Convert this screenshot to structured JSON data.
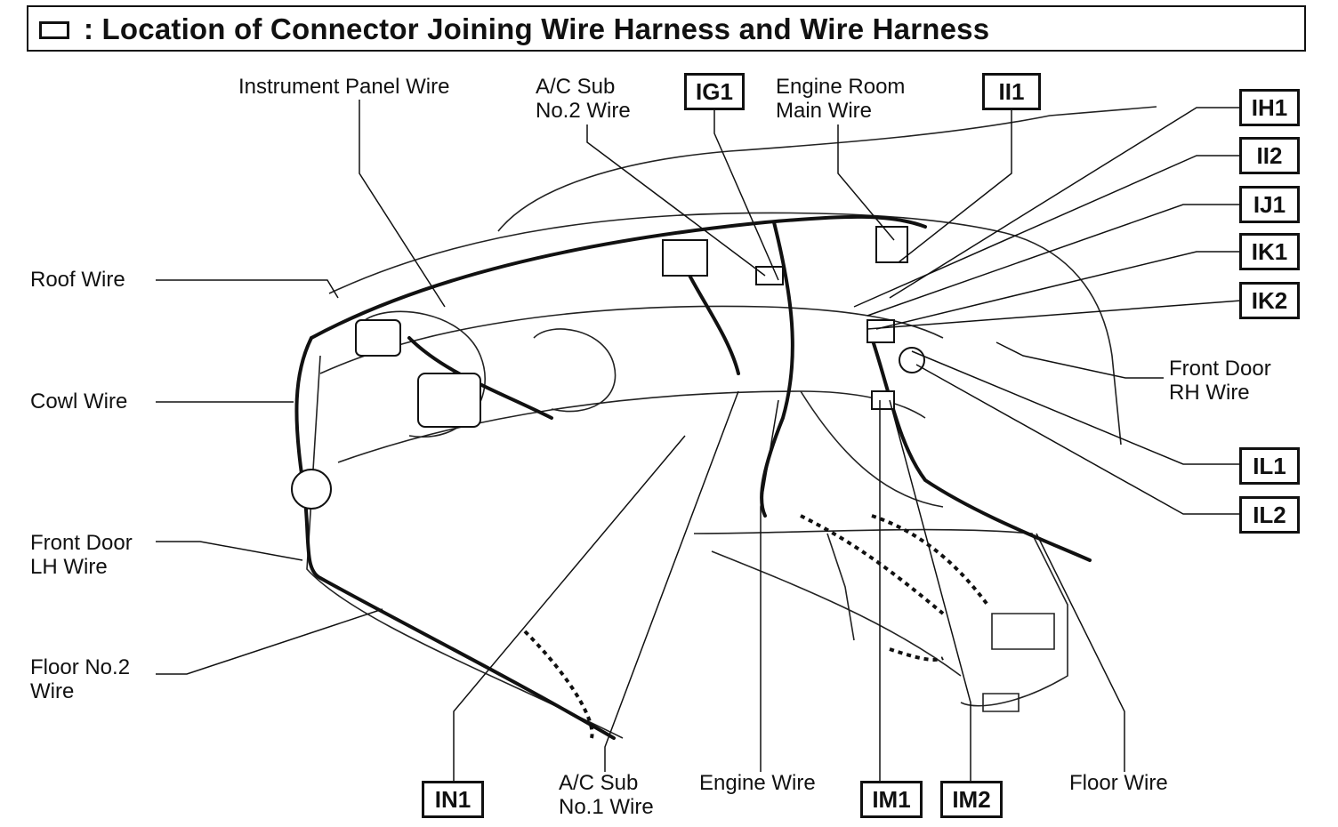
{
  "title": ": Location of Connector Joining Wire Harness and Wire Harness",
  "wire_labels": {
    "instrument_panel": "Instrument Panel Wire",
    "ac_sub_no2": "A/C Sub\nNo.2 Wire",
    "engine_room_main": "Engine Room\nMain Wire",
    "roof": "Roof Wire",
    "cowl": "Cowl Wire",
    "front_door_lh": "Front Door\nLH Wire",
    "floor_no2": "Floor No.2\nWire",
    "front_door_rh": "Front Door\nRH Wire",
    "ac_sub_no1": "A/C Sub\nNo.1 Wire",
    "engine": "Engine Wire",
    "floor": "Floor Wire"
  },
  "connectors": {
    "ig1": "IG1",
    "ii1": "II1",
    "ih1": "IH1",
    "ii2": "II2",
    "ij1": "IJ1",
    "ik1": "IK1",
    "ik2": "IK2",
    "il1": "IL1",
    "il2": "IL2",
    "in1": "IN1",
    "im1": "IM1",
    "im2": "IM2"
  }
}
